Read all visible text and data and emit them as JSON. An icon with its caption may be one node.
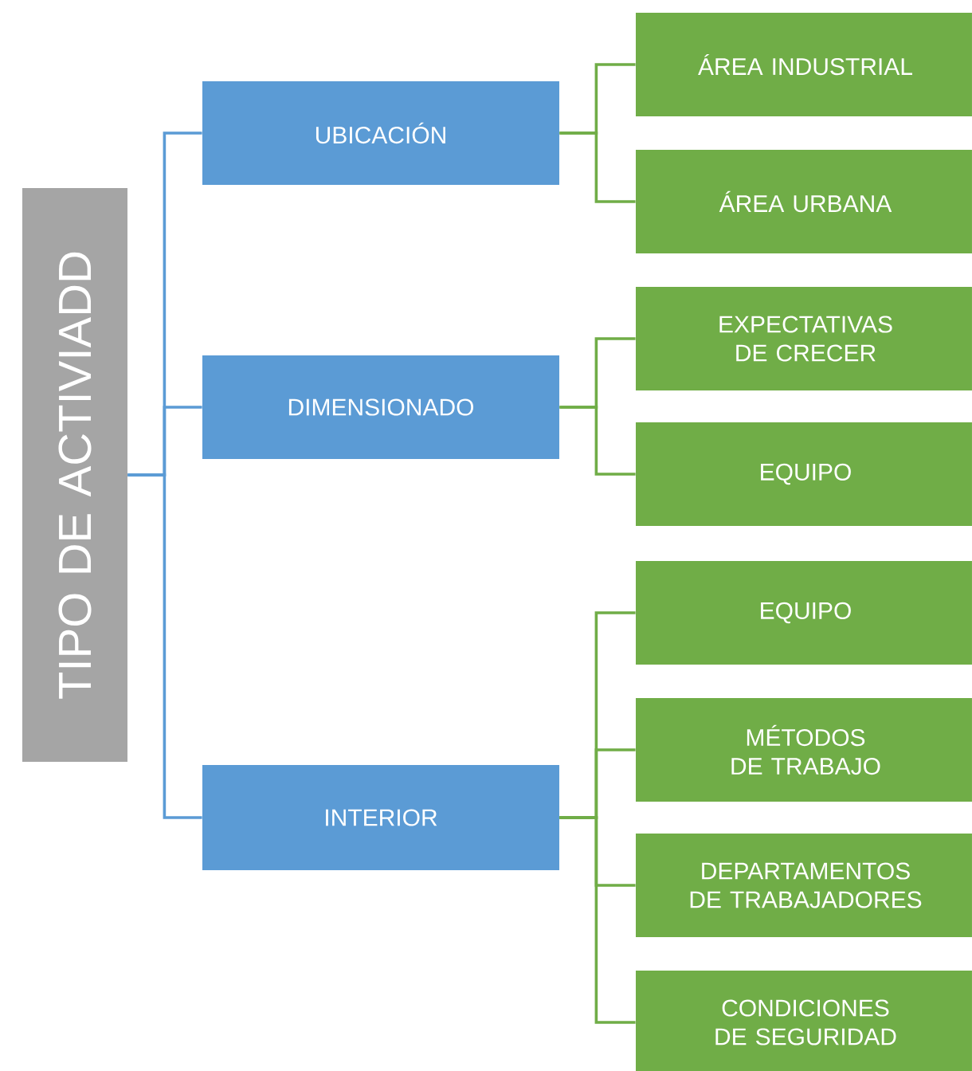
{
  "diagram": {
    "nodes": [
      {
        "text": [
          "TIPO DE ACTIVIADD"
        ]
      },
      {
        "text": [
          "UBICACIÓN"
        ]
      },
      {
        "text": [
          "DIMENSIONADO"
        ]
      },
      {
        "text": [
          "INTERIOR"
        ]
      },
      {
        "text": [
          "ÁREA INDUSTRIAL"
        ]
      },
      {
        "text": [
          "ÁREA URBANA"
        ]
      },
      {
        "text": [
          "EXPECTATIVAS DE CRECER"
        ]
      },
      {
        "text": [
          "EQUIPO"
        ]
      },
      {
        "text": [
          "EQUIPO"
        ]
      },
      {
        "text": [
          "MÉTODOS DE TRABAJO"
        ]
      },
      {
        "text": [
          "DEPARTAMENTOS DE TRABAJADORES"
        ]
      },
      {
        "text": [
          "CONDICIONES DE SEGURIDAD"
        ]
      }
    ],
    "edges": [
      {
        "from": 0,
        "to": 1,
        "arrow": "none",
        "color": "#5b9bd5"
      },
      {
        "from": 0,
        "to": 2,
        "arrow": "none",
        "color": "#5b9bd5"
      },
      {
        "from": 0,
        "to": 3,
        "arrow": "none",
        "color": "#5b9bd5"
      },
      {
        "from": 1,
        "to": 4,
        "arrow": "none"
      },
      {
        "from": 1,
        "to": 5,
        "arrow": "none"
      },
      {
        "from": 2,
        "to": 6,
        "arrow": "none"
      },
      {
        "from": 2,
        "to": 7,
        "arrow": "none"
      },
      {
        "from": 3,
        "to": 8,
        "arrow": "none"
      },
      {
        "from": 3,
        "to": 9,
        "arrow": "none"
      },
      {
        "from": 3,
        "to": 10,
        "arrow": "none"
      },
      {
        "from": 3,
        "to": 11,
        "arrow": "none"
      }
    ]
  }
}
